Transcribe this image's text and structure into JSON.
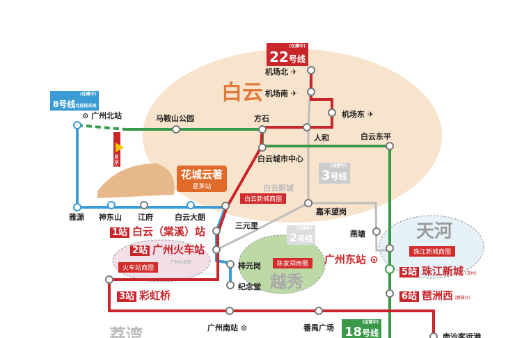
{
  "districts": {
    "baiyun": "白云",
    "tianhe": "天河",
    "yuexiu": "越秀",
    "liwan": "荔湾"
  },
  "business_areas": {
    "baiyun_newtown": "白云新城商圈",
    "zhujiang": "珠江新城商圈",
    "chenjiaci": "陈家祠商圈",
    "railway": "火车站商圈"
  },
  "landmarks": {
    "baiyun_newtown": "白云新城",
    "railway": "广州火车站"
  },
  "lines": {
    "l22": {
      "number": "22",
      "suffix": "号线",
      "status": "(在建中)",
      "color": "#c8262b"
    },
    "l8": {
      "number": "8号线",
      "suffix": "北延段支线",
      "status": "(在建中)",
      "color": "#3a9bd5"
    },
    "l3": {
      "number": "3",
      "suffix": "号线",
      "status": "(运营中)",
      "color": "#bdbdbd"
    },
    "l2": {
      "number": "2",
      "suffix": "号线",
      "status": "(运营中)",
      "color": "#bdbdbd"
    },
    "l18": {
      "number": "18",
      "suffix": "号线",
      "status": "(运营中)",
      "color": "#3a9a4a"
    }
  },
  "project": {
    "name": "花城云著",
    "station": "夏茅站",
    "station_vertical": "夏茅站"
  },
  "stations": {
    "jichangbei": "机场北",
    "jichangnan": "机场南",
    "jichangdong": "机场东",
    "renhe": "人和",
    "guangzhoubei": "广州北站",
    "maanshan": "马鞍山公园",
    "fangshi": "方石",
    "baiyundongping": "白云东平",
    "baiyunchengshi": "白云城市中心",
    "jiahewanggang": "嘉禾望岗",
    "yanyuan": "雅源",
    "shendongshan": "神东山",
    "jiangfu": "江府",
    "baiyundalang": "白云大朗",
    "sanyuanli": "三元里",
    "yantang": "燕塘",
    "ziyuangang": "梓元岗",
    "jiniantang": "纪念堂",
    "guangzhoudong": "广州东站",
    "guangzhounan": "广州南站",
    "panyuguangchang": "番禺广场",
    "nansha": "南沙客运港"
  },
  "stops": [
    {
      "n": "1站",
      "name": "白云（棠溪）站",
      "note": ""
    },
    {
      "n": "2站",
      "name": "广州火车站",
      "note": ""
    },
    {
      "n": "3站",
      "name": "彩虹桥",
      "note": ""
    },
    {
      "n": "5站",
      "name": "珠江新城",
      "note": "(冼村)"
    },
    {
      "n": "6站",
      "name": "琶洲西",
      "note": "(磨碟沙)"
    }
  ]
}
